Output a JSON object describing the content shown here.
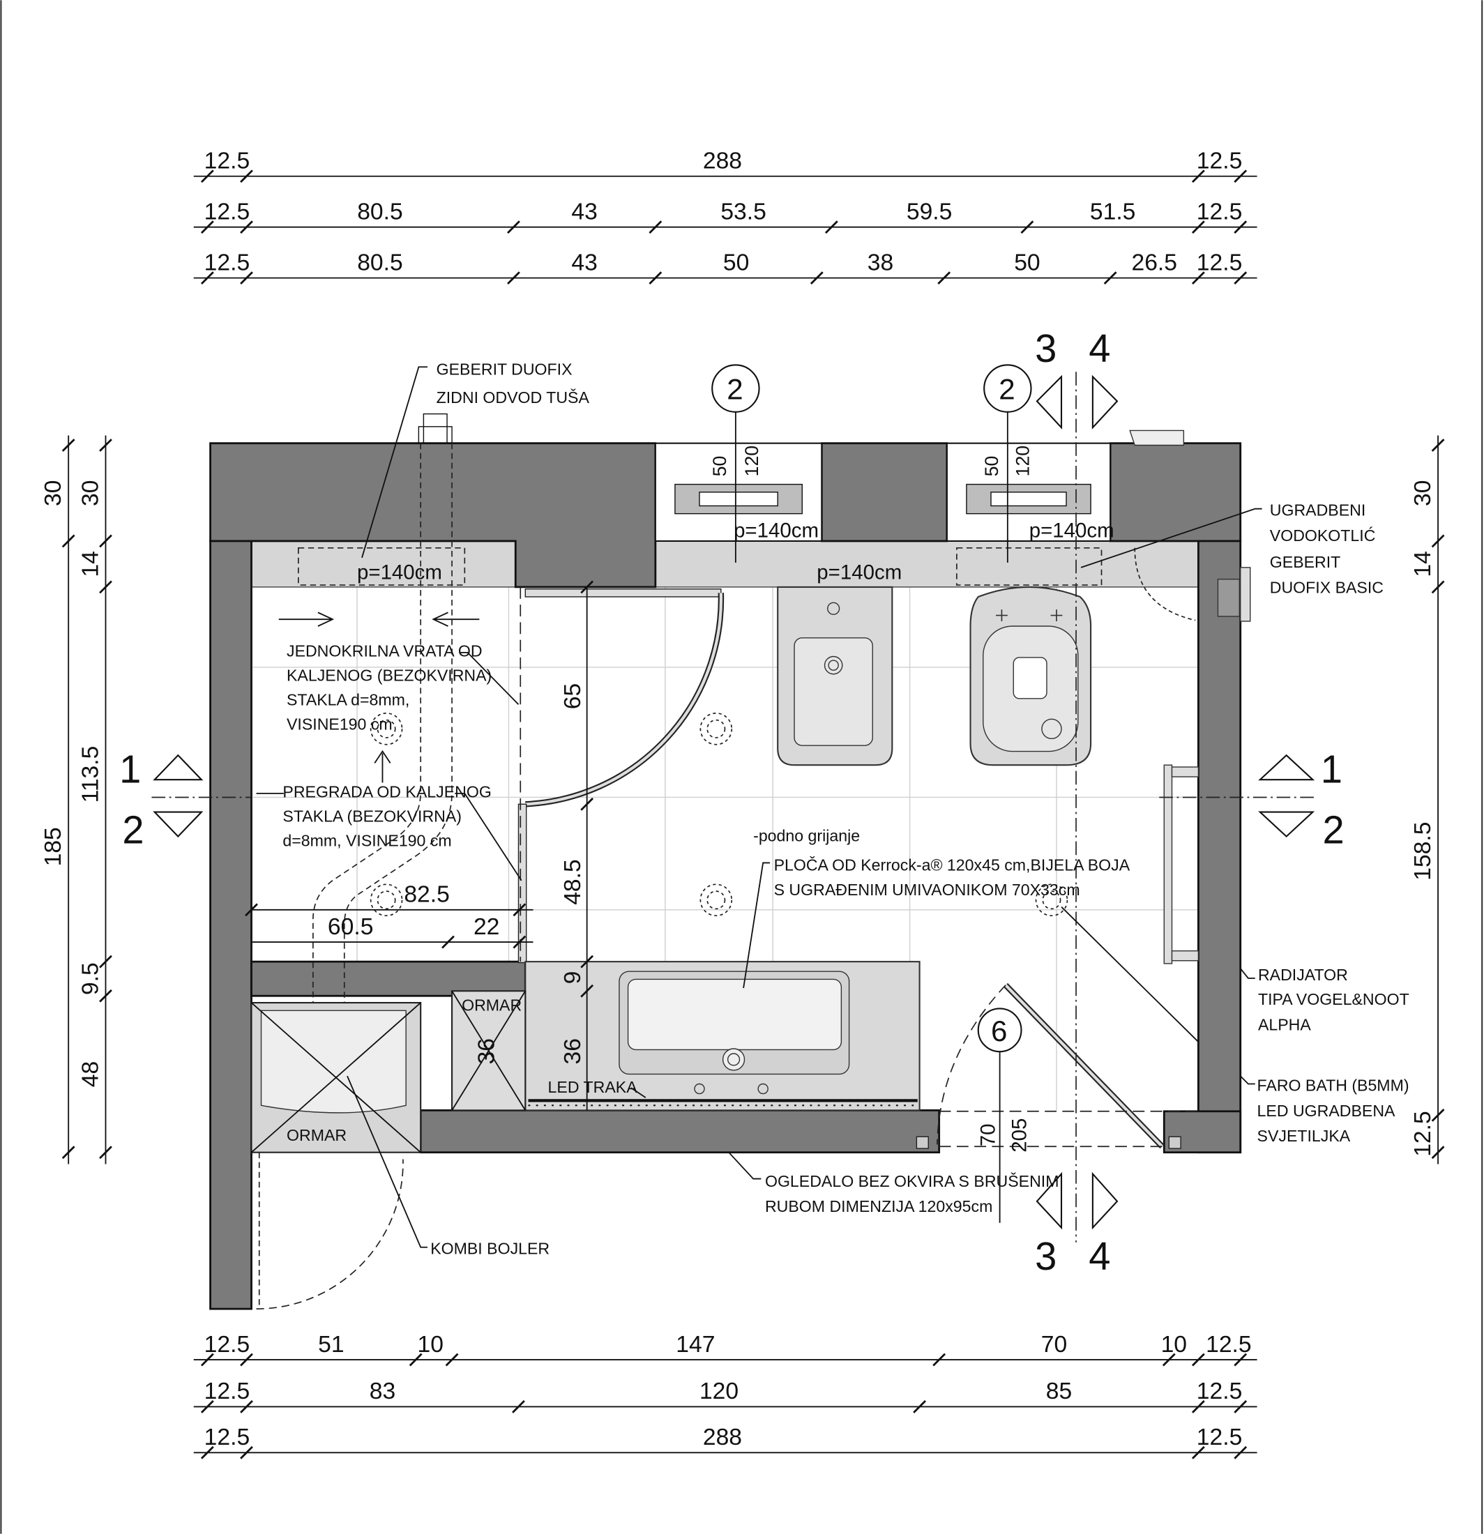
{
  "dimensions": {
    "top_row1": [
      "12.5",
      "288",
      "12.5"
    ],
    "top_row2": [
      "12.5",
      "80.5",
      "43",
      "53.5",
      "59.5",
      "51.5",
      "12.5"
    ],
    "top_row3": [
      "12.5",
      "80.5",
      "43",
      "50",
      "38",
      "50",
      "26.5",
      "12.5"
    ],
    "bottom_row1": [
      "12.5",
      "51",
      "10",
      "147",
      "70",
      "10",
      "12.5"
    ],
    "bottom_row2": [
      "12.5",
      "83",
      "120",
      "85",
      "12.5"
    ],
    "bottom_row3": [
      "12.5",
      "288",
      "12.5"
    ],
    "left_outer": [
      "30",
      "185"
    ],
    "left_inner": [
      "30",
      "14",
      "113.5",
      "9.5",
      "48"
    ],
    "right": [
      "30",
      "14",
      "158.5",
      "12.5"
    ],
    "interior": {
      "door_65": "65",
      "d_48_5": "48.5",
      "d_9": "9",
      "d_36": "36",
      "shower_82_5": "82.5",
      "shower_60_5": "60.5",
      "shower_22": "22",
      "win1_50": "50",
      "win1_120": "120",
      "win2_50": "50",
      "win2_120": "120",
      "door_70": "70",
      "door_205": "205",
      "ormar_36": "36"
    }
  },
  "parapet_labels": [
    "p=140cm",
    "p=140cm",
    "p=140cm",
    "p=140cm"
  ],
  "room_labels": {
    "ormar_small": "ORMAR",
    "ormar_large": "ORMAR",
    "led": "LED TRAKA"
  },
  "notes": {
    "geberit_drain": [
      "GEBERIT DUOFIX",
      "ZIDNI ODVOD TUŠA"
    ],
    "cistern": [
      "UGRADBENI",
      "VODOKOTLIĆ",
      "GEBERIT",
      "DUOFIX BASIC"
    ],
    "glass_door": [
      "JEDNOKRILNA VRATA OD",
      "KALJENOG (BEZOKVIRNA)",
      "STAKLA d=8mm,",
      "VISINE190 cm"
    ],
    "glass_partition": [
      "PREGRADA OD KALJENOG",
      "STAKLA (BEZOKVIRNA)",
      "d=8mm, VISINE190 cm"
    ],
    "floor_heating": "-podno grijanje",
    "countertop": [
      "PLOČA OD Kerrock-a® 120x45 cm,BIJELA BOJA",
      "S UGRAĐENIM UMIVAONIKOM 70X33cm"
    ],
    "radiator": [
      "RADIJATOR",
      "TIPA VOGEL&NOOT",
      "ALPHA"
    ],
    "light": [
      "FARO BATH (B5MM)",
      "LED UGRADBENA",
      "SVJETILJKA"
    ],
    "mirror": [
      "OGLEDALO BEZ OKVIRA S BRUŠENIM",
      "RUBOM DIMENZIJA 120x95cm"
    ],
    "boiler": "KOMBI BOJLER"
  },
  "markers": {
    "window_refs": [
      "2",
      "2"
    ],
    "door_ref": "6",
    "section_left": [
      "1",
      "2"
    ],
    "section_right": [
      "1",
      "2"
    ],
    "section_top": [
      "3",
      "4"
    ],
    "section_bottom": [
      "3",
      "4"
    ]
  }
}
